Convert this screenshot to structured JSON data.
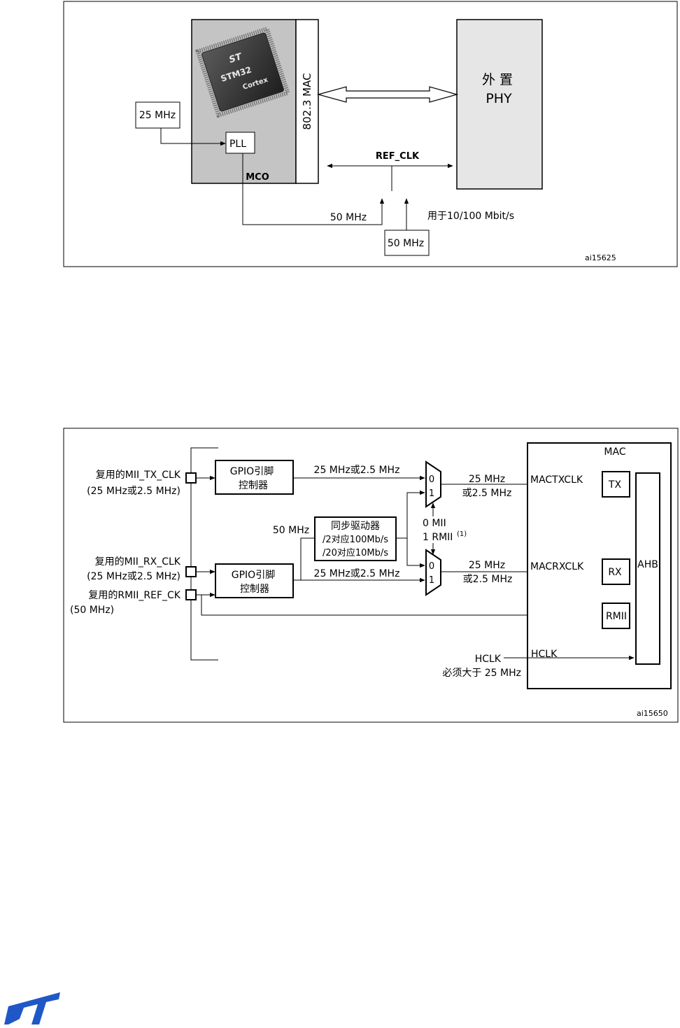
{
  "figure1": {
    "osc_25": "25 MHz",
    "pll": "PLL",
    "mco": "MCO",
    "mac": "802.3 MAC",
    "phy_line1": "外 置",
    "phy_line2": "PHY",
    "ref_clk": "REF_CLK",
    "mhz50": "50 MHz",
    "note": "用于10/100 Mbit/s",
    "osc_50": "50 MHz",
    "fig_id": "ai15625",
    "chip_brand": "STM32",
    "chip_core": "Cortex"
  },
  "figure2": {
    "tx_pin_name": "复用的MII_TX_CLK",
    "tx_pin_freq": "(25 MHz或2.5 MHz)",
    "rx_pin_name": "复用的MII_RX_CLK",
    "rx_pin_freq": "(25 MHz或2.5 MHz)",
    "ref_pin_name": "复用的RMII_REF_CK",
    "ref_pin_freq": "(50 MHz)",
    "gpio1_l1": "GPIO引脚",
    "gpio1_l2": "控制器",
    "gpio2_l1": "GPIO引脚",
    "gpio2_l2": "控制器",
    "freq_top": "25 MHz或2.5 MHz",
    "freq_mid": "25 MHz或2.5 MHz",
    "mhz50": "50 MHz",
    "sync_l1": "同步驱动器",
    "sync_l2": "/2对应100Mb/s",
    "sync_l3": "/20对应10Mb/s",
    "mux_0": "0",
    "mux_1": "1",
    "sel_0": "0 MII",
    "sel_1": "1 RMII",
    "sel_sup": "(1)",
    "out_tx_l1": "25 MHz",
    "out_tx_l2": "或2.5 MHz",
    "out_rx_l1": "25 MHz",
    "out_rx_l2": "或2.5 MHz",
    "mac": "MAC",
    "mactxclk": "MACTXCLK",
    "macrxclk": "MACRXCLK",
    "tx": "TX",
    "rx": "RX",
    "rmii": "RMII",
    "ahb": "AHB",
    "hclk_in": "HCLK",
    "hclk_note": "必须大于 25 MHz",
    "hclk_mac": "HCLK",
    "fig_id": "ai15650"
  },
  "logo_text": "ST"
}
